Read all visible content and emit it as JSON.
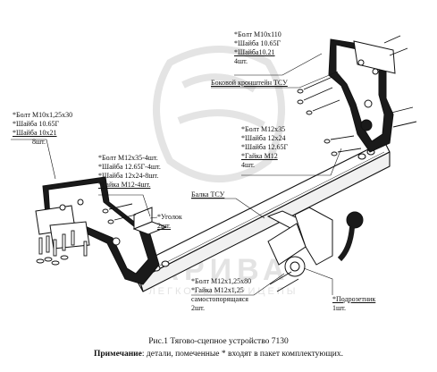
{
  "watermark": {
    "brand": "АРИВА",
    "subtitle": "ЛЕГКОВЫЕ ПРИЦЕПЫ"
  },
  "labels": {
    "left_group": {
      "lines": [
        "*Болт М10х1,25х30",
        "*Шайба 10.65Г",
        "*Шайба 10х21",
        "8шт."
      ]
    },
    "top_group": {
      "lines": [
        "*Болт М10х110",
        "*Шайба 10.65Г",
        "*Шайба10.21",
        "4шт."
      ]
    },
    "side_bracket": "Боковой кронштейн ТСУ",
    "mid_right_group": {
      "lines": [
        "*Болт М12х35",
        "*Шайба 12х24",
        "*Шайба 12.65Г",
        "*Гайка М12",
        "4шт."
      ]
    },
    "mid_left_group": {
      "lines": [
        "*Болт М12х35-4шт.",
        "*Шайба 12.65Г-4шт.",
        "*Шайба 12х24-8шт.",
        "*Гайка М12-4шт."
      ]
    },
    "beam": "Балка ТСУ",
    "corner": {
      "lines": [
        "*Уголок",
        "2шт."
      ]
    },
    "bottom_group": {
      "lines": [
        "*Болт М12х1,25х80",
        "*Гайка М12х1,25",
        "самостопорящаяся",
        "2шт."
      ]
    },
    "socket": {
      "lines": [
        "*Подрозетник",
        "1шт."
      ]
    }
  },
  "caption": "Рис.1 Тягово-сцепное устройство 7130",
  "note": {
    "label": "Примечание",
    "text": ": детали, помеченные * входят в пакет комплектующих."
  },
  "colors": {
    "line": "#111111",
    "fill_dark": "#1a1a1a",
    "fill_light": "#ffffff",
    "watermark": "#e3e3e3"
  }
}
